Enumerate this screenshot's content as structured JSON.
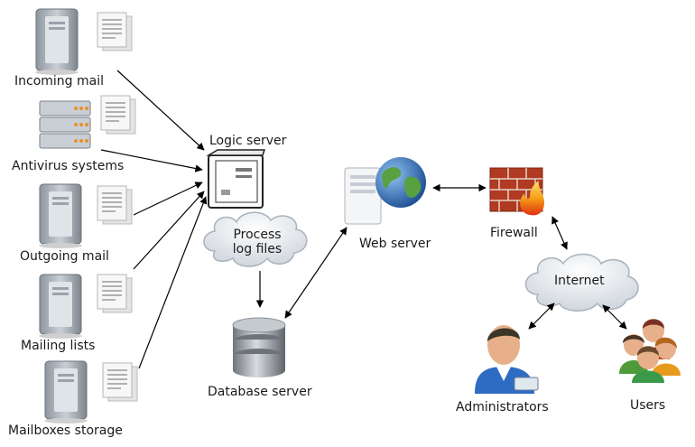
{
  "sources": [
    {
      "key": "incoming",
      "label": "Incoming mail"
    },
    {
      "key": "antivirus",
      "label": "Antivirus systems"
    },
    {
      "key": "outgoing",
      "label": "Outgoing mail"
    },
    {
      "key": "mailing",
      "label": "Mailing lists"
    },
    {
      "key": "mailboxes",
      "label": "Mailboxes storage"
    }
  ],
  "nodes": {
    "logic_server": "Logic server",
    "process_line1": "Process",
    "process_line2": "log files",
    "database_server": "Database server",
    "web_server": "Web server",
    "firewall": "Firewall",
    "internet": "Internet",
    "administrators": "Administrators",
    "users": "Users"
  },
  "colors": {
    "server_body": "#b9c0c8",
    "server_front": "#dfe4e9",
    "document": "#f4f4f4",
    "rack_led": "#e8902a",
    "globe_blue": "#2f6fb8",
    "globe_green": "#58a040",
    "firewall_brick": "#b03a22",
    "fire": "#f5a21b",
    "cloud": "#e3e7ec",
    "admin_shirt": "#2e6cc4",
    "arrow": "#000000"
  }
}
